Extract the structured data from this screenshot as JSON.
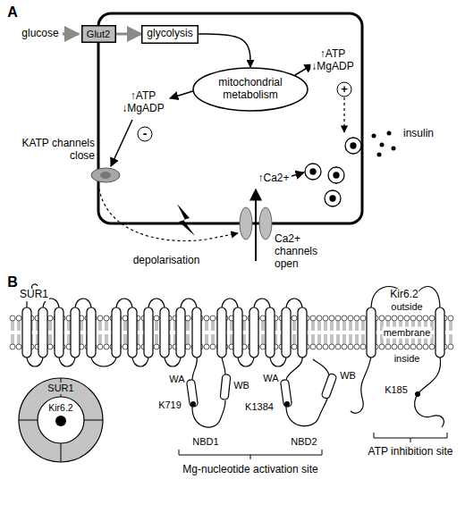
{
  "diagram": {
    "nodes": [
      {
        "text": [
          "Glut2"
        ]
      },
      {
        "text": [
          "glycolysis"
        ]
      },
      {
        "text": [
          "mitochondrial metabolism"
        ]
      },
      {
        "text": [
          "SUR1"
        ]
      },
      {
        "text": [
          "Kir6.2"
        ],
        "in": 3
      }
    ],
    "edges": [
      {
        "from": 0,
        "to": 1,
        "arrow": "to"
      },
      {
        "from": 1,
        "to": 2,
        "arrow": "to"
      }
    ],
    "labels": [
      "A",
      "glucose",
      "↑ATP",
      "↓MgADP",
      "+",
      "↑ATP",
      "↓MgADP",
      "-",
      "insulin",
      "KATP channels close",
      "↑Ca2+",
      "depolarisation",
      "Ca2+ channels open",
      "B",
      "SUR1",
      "Kir6.2",
      "outside",
      "membrane",
      "inside",
      "WA",
      "K719",
      "WB",
      "WA",
      "K1384",
      "WB",
      "K185",
      "NBD1",
      "NBD2",
      "Mg-nucleotide activation site",
      "ATP inhibition site"
    ]
  }
}
